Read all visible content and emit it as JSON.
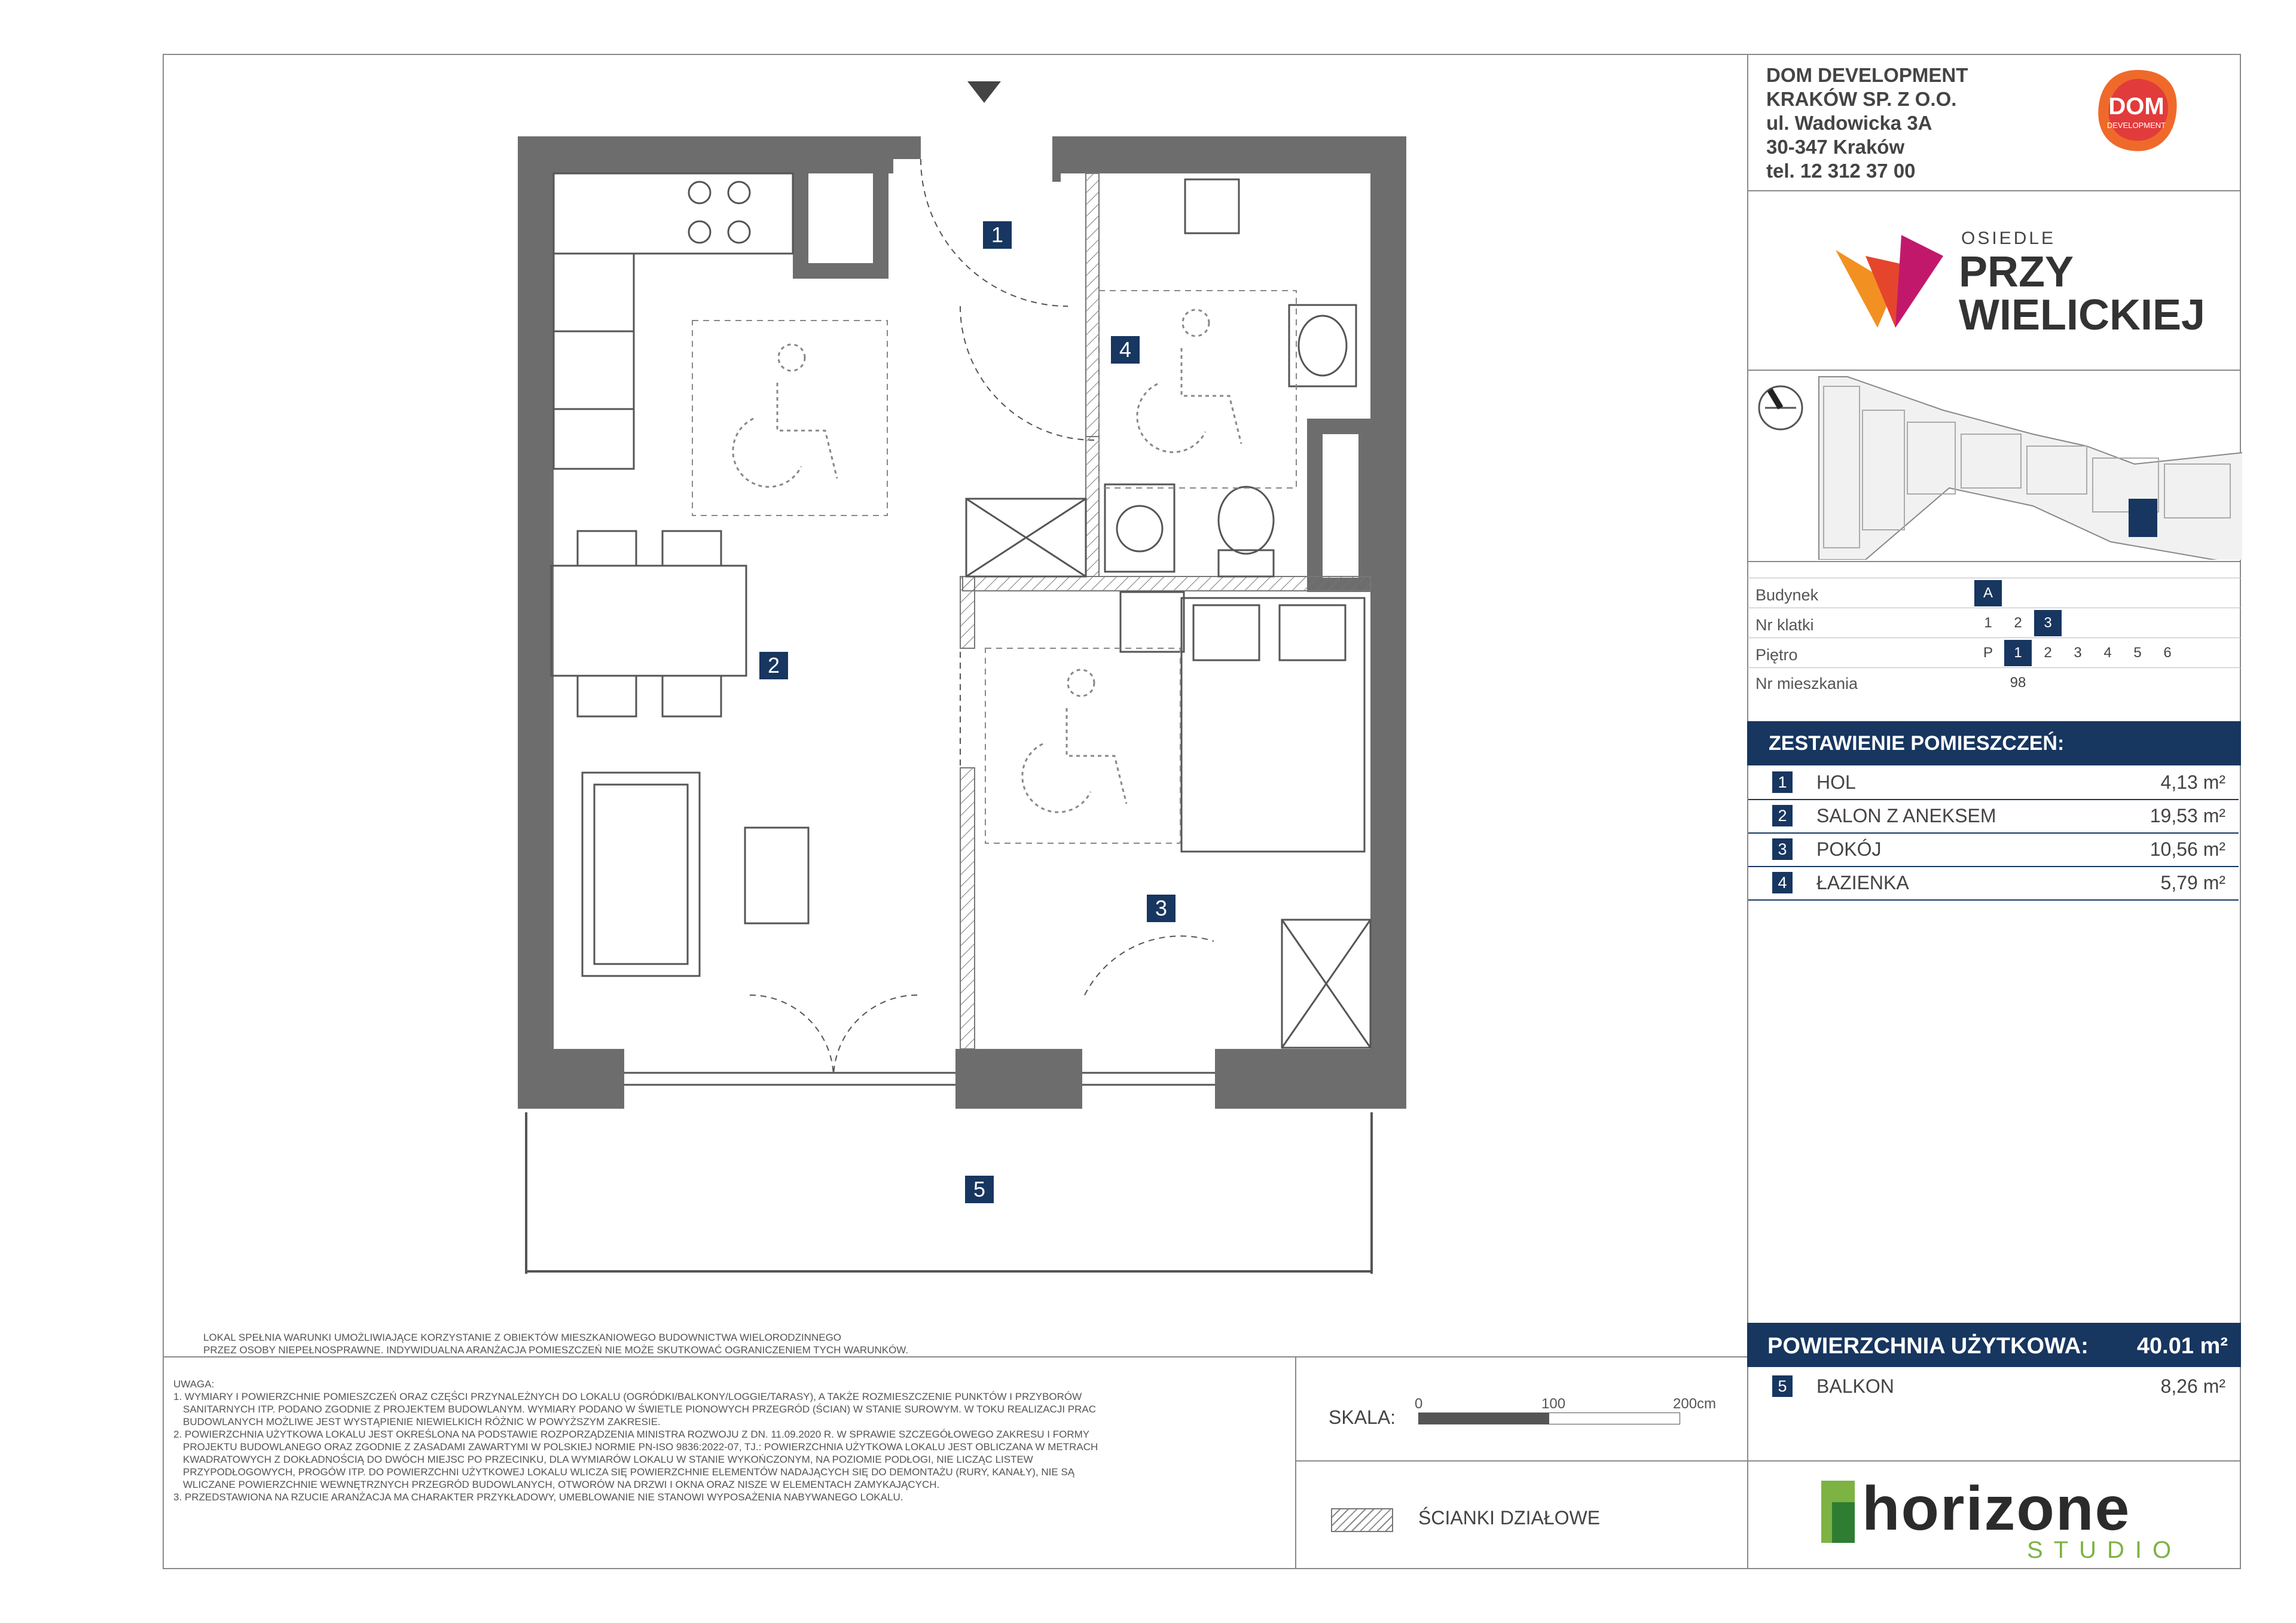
{
  "company": {
    "name": "DOM DEVELOPMENT",
    "entity": "KRAKÓW SP. Z O.O.",
    "street": "ul. Wadowicka 3A",
    "city": "30-347 Kraków",
    "phone": "tel. 12 312 37 00",
    "logo_text": "DOM",
    "logo_subtext": "DEVELOPMENT"
  },
  "project": {
    "logo_top": "OSIEDLE",
    "logo_line1": "PRZY",
    "logo_line2": "WIELICKIEJ"
  },
  "info_table": {
    "building_label": "Budynek",
    "building_value": "A",
    "stair_label": "Nr klatki",
    "stairs": [
      "1",
      "2",
      "3"
    ],
    "stair_selected": "3",
    "floor_label": "Piętro",
    "floors": [
      "P",
      "1",
      "2",
      "3",
      "4",
      "5",
      "6"
    ],
    "floor_selected": "1",
    "flat_label": "Nr mieszkania",
    "flat_value": "98"
  },
  "rooms_header": "ZESTAWIENIE POMIESZCZEŃ:",
  "rooms": [
    {
      "num": "1",
      "name": "HOL",
      "area": "4,13 m²"
    },
    {
      "num": "2",
      "name": "SALON Z ANEKSEM",
      "area": "19,53 m²"
    },
    {
      "num": "3",
      "name": "POKÓJ",
      "area": "10,56 m²"
    },
    {
      "num": "4",
      "name": "ŁAZIENKA",
      "area": "5,79 m²"
    }
  ],
  "usable_area": {
    "label": "POWIERZCHNIA UŻYTKOWA:",
    "value": "40.01 m²"
  },
  "balcony": {
    "num": "5",
    "name": "BALKON",
    "area": "8,26 m²"
  },
  "plan_labels": [
    "1",
    "2",
    "3",
    "4",
    "5"
  ],
  "accessibility_note": [
    "LOKAL SPEŁNIA WARUNKI UMOŻLIWIAJĄCE KORZYSTANIE Z OBIEKTÓW MIESZKANIOWEGO BUDOWNICTWA WIELORODZINNEGO",
    "PRZEZ OSOBY NIEPEŁNOSPRAWNE. INDYWIDUALNA ARANŻACJA POMIESZCZEŃ NIE MOŻE SKUTKOWAĆ OGRANICZENIEM TYCH WARUNKÓW."
  ],
  "remarks": [
    "UWAGA:",
    "1. WYMIARY I POWIERZCHNIE POMIESZCZEŃ ORAZ CZĘŚCI PRZYNALEŻNYCH DO LOKALU (OGRÓDKI/BALKONY/LOGGIE/TARASY), A TAKŻE ROZMIESZCZENIE PUNKTÓW I PRZYBORÓW",
    "SANITARNYCH ITP. PODANO ZGODNIE Z PROJEKTEM BUDOWLANYM. WYMIARY PODANO W ŚWIETLE PIONOWYCH PRZEGRÓD (ŚCIAN) W STANIE SUROWYM. W TOKU REALIZACJI PRAC",
    "BUDOWLANYCH MOŻLIWE JEST WYSTĄPIENIE NIEWIELKICH RÓŻNIC W POWYŻSZYM ZAKRESIE.",
    "2. POWIERZCHNIA UŻYTKOWA LOKALU JEST OKREŚLONA NA PODSTAWIE ROZPORZĄDZENIA MINISTRA ROZWOJU Z DN. 11.09.2020 R. W SPRAWIE SZCZEGÓŁOWEGO ZAKRESU I FORMY",
    "PROJEKTU BUDOWLANEGO ORAZ ZGODNIE Z ZASADAMI ZAWARTYMI W POLSKIEJ NORMIE PN-ISO 9836:2022-07, TJ.: POWIERZCHNIA UŻYTKOWA LOKALU JEST OBLICZANA W METRACH",
    "KWADRATOWYCH Z DOKŁADNOŚCIĄ DO DWÓCH MIEJSC PO PRZECINKU, DLA WYMIARÓW LOKALU W STANIE WYKOŃCZONYM, NA POZIOMIE PODŁOGI, NIE LICZĄC LISTEW",
    "PRZYPODŁOGOWYCH, PROGÓW ITP. DO POWIERZCHNI UŻYTKOWEJ LOKALU WLICZA SIĘ POWIERZCHNIE ELEMENTÓW NADAJĄCYCH SIĘ DO DEMONTAŻU (RURY, KANAŁY), NIE SĄ",
    "WLICZANE POWIERZCHNIE WEWNĘTRZNYCH PRZEGRÓD BUDOWLANYCH, OTWORÓW NA DRZWI I OKNA ORAZ NISZE W ELEMENTACH ZAMYKAJĄCYCH.",
    "3. PRZEDSTAWIONA NA RZUCIE ARANŻACJA MA CHARAKTER PRZYKŁADOWY, UMEBLOWANIE NIE STANOWI WYPOSAŻENIA NABYWANEGO LOKALU."
  ],
  "scale": {
    "label": "SKALA:",
    "ticks": [
      "0",
      "100",
      "200cm"
    ]
  },
  "legend": {
    "label": "ŚCIANKI DZIAŁOWE"
  },
  "studio": {
    "name": "horizone",
    "sub": "STUDIO"
  },
  "colors": {
    "navy": "#173660",
    "wall": "#6d6d6d",
    "accent": "#4a9a3a"
  }
}
